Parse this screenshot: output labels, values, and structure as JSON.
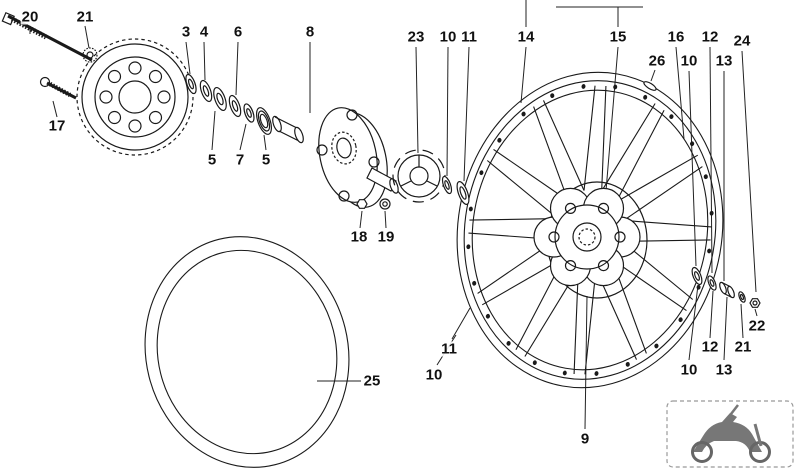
{
  "diagram": {
    "corner_icon": "motorcycle-icon",
    "callouts": [
      {
        "label": "20"
      },
      {
        "label": "21"
      },
      {
        "label": "17"
      },
      {
        "label": "3"
      },
      {
        "label": "4"
      },
      {
        "label": "6"
      },
      {
        "label": "8"
      },
      {
        "label": "5"
      },
      {
        "label": "7"
      },
      {
        "label": "5"
      },
      {
        "label": "23"
      },
      {
        "label": "10"
      },
      {
        "label": "11"
      },
      {
        "label": "14"
      },
      {
        "label": "15"
      },
      {
        "label": "26"
      },
      {
        "label": "16"
      },
      {
        "label": "10"
      },
      {
        "label": "12"
      },
      {
        "label": "13"
      },
      {
        "label": "24"
      },
      {
        "label": "18"
      },
      {
        "label": "19"
      },
      {
        "label": "11"
      },
      {
        "label": "10"
      },
      {
        "label": "25"
      },
      {
        "label": "9"
      },
      {
        "label": "12"
      },
      {
        "label": "10"
      },
      {
        "label": "13"
      },
      {
        "label": "21"
      },
      {
        "label": "22"
      }
    ]
  }
}
